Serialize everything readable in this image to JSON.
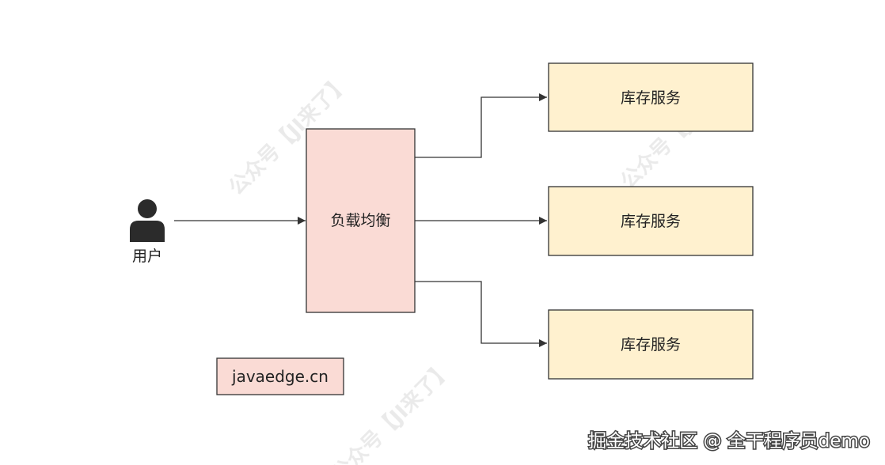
{
  "diagram": {
    "user": {
      "label": "用户"
    },
    "load_balancer": {
      "label": "负载均衡"
    },
    "services": [
      {
        "label": "库存服务"
      },
      {
        "label": "库存服务"
      },
      {
        "label": "库存服务"
      }
    ],
    "site_box": {
      "label": "javaedge.cn"
    },
    "colors": {
      "load_balancer_fill": "#fadbd5",
      "service_fill": "#fff1cf",
      "site_box_fill": "#fadbd5",
      "stroke": "#333333"
    }
  },
  "watermark": {
    "text": "公众号【JI来了】"
  },
  "footer": {
    "credit": "掘金技术社区 @ 全干程序员demo"
  }
}
